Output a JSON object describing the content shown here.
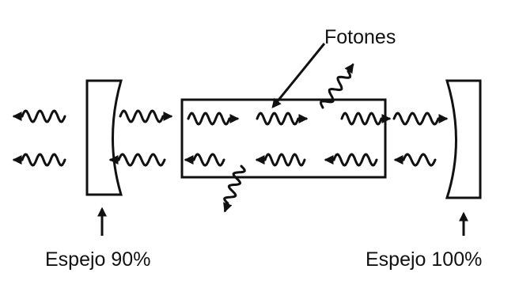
{
  "labels": {
    "photons": "Fotones",
    "left_mirror": "Espejo 90%",
    "right_mirror": "Espejo 100%"
  },
  "colors": {
    "background": "#ffffff",
    "ink": "#111111"
  }
}
